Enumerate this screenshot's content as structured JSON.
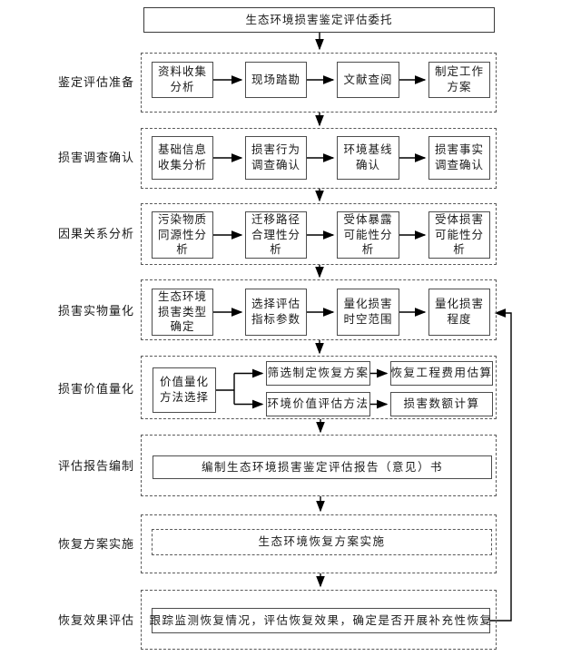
{
  "flowchart": {
    "title": "生态环境损害鉴定评估委托",
    "stages": [
      {
        "label": "鉴定评估准备",
        "boxes": [
          "资料收集分析",
          "现场踏勘",
          "文献查阅",
          "制定工作方案"
        ]
      },
      {
        "label": "损害调查确认",
        "boxes": [
          "基础信息收集分析",
          "损害行为调查确认",
          "环境基线确认",
          "损害事实调查确认"
        ]
      },
      {
        "label": "因果关系分析",
        "boxes": [
          "污染物质同源性分析",
          "迁移路径合理性分析",
          "受体暴露可能性分析",
          "受体损害可能性分析"
        ]
      },
      {
        "label": "损害实物量化",
        "boxes": [
          "生态环境损害类型确定",
          "选择评估指标参数",
          "量化损害时空范围",
          "量化损害程度"
        ]
      },
      {
        "label": "损害价值量化",
        "boxes": [
          "价值量化方法选择",
          "筛选制定恢复方案",
          "恢复工程费用估算",
          "环境价值评估方法",
          "损害数额计算"
        ]
      },
      {
        "label": "评估报告编制",
        "boxes": [
          "编制生态环境损害鉴定评估报告（意见）书"
        ]
      },
      {
        "label": "恢复方案实施",
        "boxes": [
          "生态环境恢复方案实施"
        ]
      },
      {
        "label": "恢复效果评估",
        "boxes": [
          "跟踪监测恢复情况，评估恢复效果，确定是否开展补充性恢复"
        ]
      }
    ],
    "colors": {
      "background": "#ffffff",
      "line": "#000000",
      "box_border": "#4d4d4d",
      "container_border": "#595959",
      "text": "#1a1a1a"
    }
  }
}
